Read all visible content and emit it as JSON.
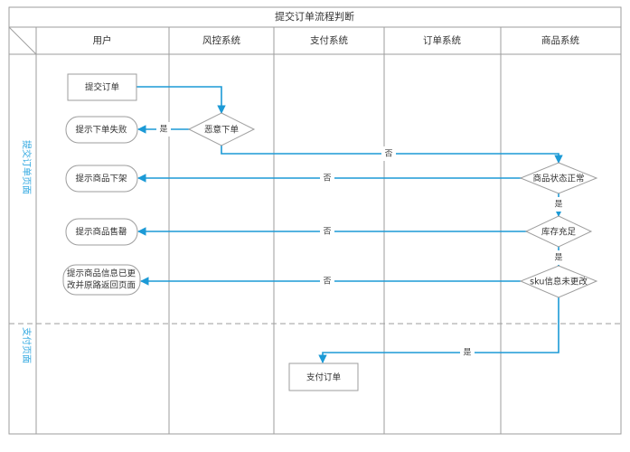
{
  "diagram": {
    "title": "提交订单流程判断",
    "columns": [
      {
        "id": "corner",
        "label": ""
      },
      {
        "id": "user",
        "label": "用户"
      },
      {
        "id": "risk",
        "label": "风控系统"
      },
      {
        "id": "pay",
        "label": "支付系统"
      },
      {
        "id": "order",
        "label": "订单系统"
      },
      {
        "id": "goods",
        "label": "商品系统"
      }
    ],
    "lanes": [
      {
        "id": "submit-page",
        "label": "提交订单页面"
      },
      {
        "id": "pay-page",
        "label": "支付页面"
      }
    ],
    "nodes": [
      {
        "id": "submit-order",
        "shape": "rect",
        "label": "提交订单"
      },
      {
        "id": "tip-order-failed",
        "shape": "rounded",
        "label": "提示下单失败"
      },
      {
        "id": "tip-goods-offline",
        "shape": "rounded",
        "label": "提示商品下架"
      },
      {
        "id": "tip-goods-soldout",
        "shape": "rounded",
        "label": "提示商品售罄"
      },
      {
        "id": "tip-goods-changed",
        "shape": "rounded",
        "label_line1": "提示商品信息已更",
        "label_line2": "改并原路返回页面"
      },
      {
        "id": "malicious-order",
        "shape": "diamond",
        "label": "恶意下单"
      },
      {
        "id": "goods-status-ok",
        "shape": "diamond",
        "label": "商品状态正常"
      },
      {
        "id": "stock-enough",
        "shape": "diamond",
        "label": "库存充足"
      },
      {
        "id": "sku-unchanged",
        "shape": "diamond",
        "label": "sku信息未更改"
      },
      {
        "id": "pay-order",
        "shape": "rect",
        "label": "支付订单"
      }
    ],
    "edge_labels": {
      "malicious-yes": "是",
      "malicious-no": "否",
      "goods-status-no": "否",
      "goods-status-yes": "是",
      "stock-no": "否",
      "stock-yes": "是",
      "sku-no": "否",
      "sku-yes": "是"
    },
    "colors": {
      "connector": "#1C9AD6",
      "shape_border": "#9e9e9e",
      "lane_label": "#2EA7E0",
      "text": "#333333"
    }
  }
}
